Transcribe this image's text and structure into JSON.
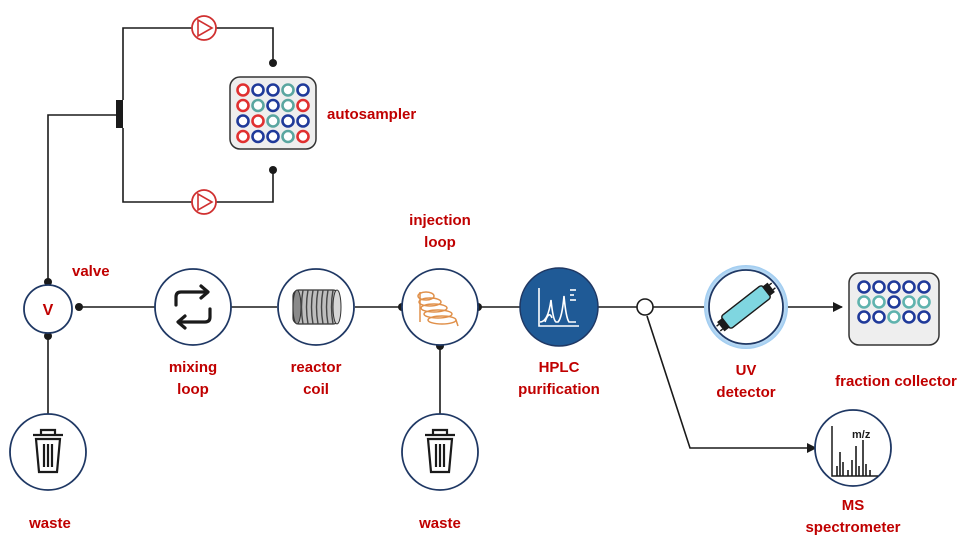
{
  "labels": {
    "autosampler": "autosampler",
    "valve": "valve",
    "valve_letter": "V",
    "mixing_loop": [
      "mixing",
      "loop"
    ],
    "reactor_coil": [
      "reactor",
      "coil"
    ],
    "injection_loop": [
      "injection",
      "loop"
    ],
    "hplc": [
      "HPLC",
      "purification"
    ],
    "uv_detector": [
      "UV",
      "detector"
    ],
    "fraction_collector": "fraction collector",
    "ms": [
      "MS",
      "spectrometer"
    ],
    "ms_axis": "m/z",
    "waste_left": "waste",
    "waste_mid": "waste"
  },
  "colors": {
    "label": "#c00000",
    "line": "#1a1a1a",
    "node_stroke": "#1f3864",
    "hplc_fill": "#1f5a96",
    "pump_stroke": "#d03030",
    "coil_orange": "#e0904a",
    "uv_glow": "#9ecbf0",
    "uv_tube": "#7fd6e0",
    "sample_red": "#e03030",
    "sample_blue": "#1f3a9a",
    "sample_teal": "#5aa6a0",
    "collector_blue": "#1f3a9a",
    "collector_teal": "#5fb3ae"
  },
  "icons": [
    "pump-icon",
    "autosampler-rack-icon",
    "valve-icon",
    "mixing-loop-icon",
    "reactor-coil-icon",
    "injection-loop-icon",
    "hplc-chromatogram-icon",
    "uv-detector-icon",
    "fraction-collector-rack-icon",
    "ms-spectrum-icon",
    "trash-can-icon"
  ]
}
